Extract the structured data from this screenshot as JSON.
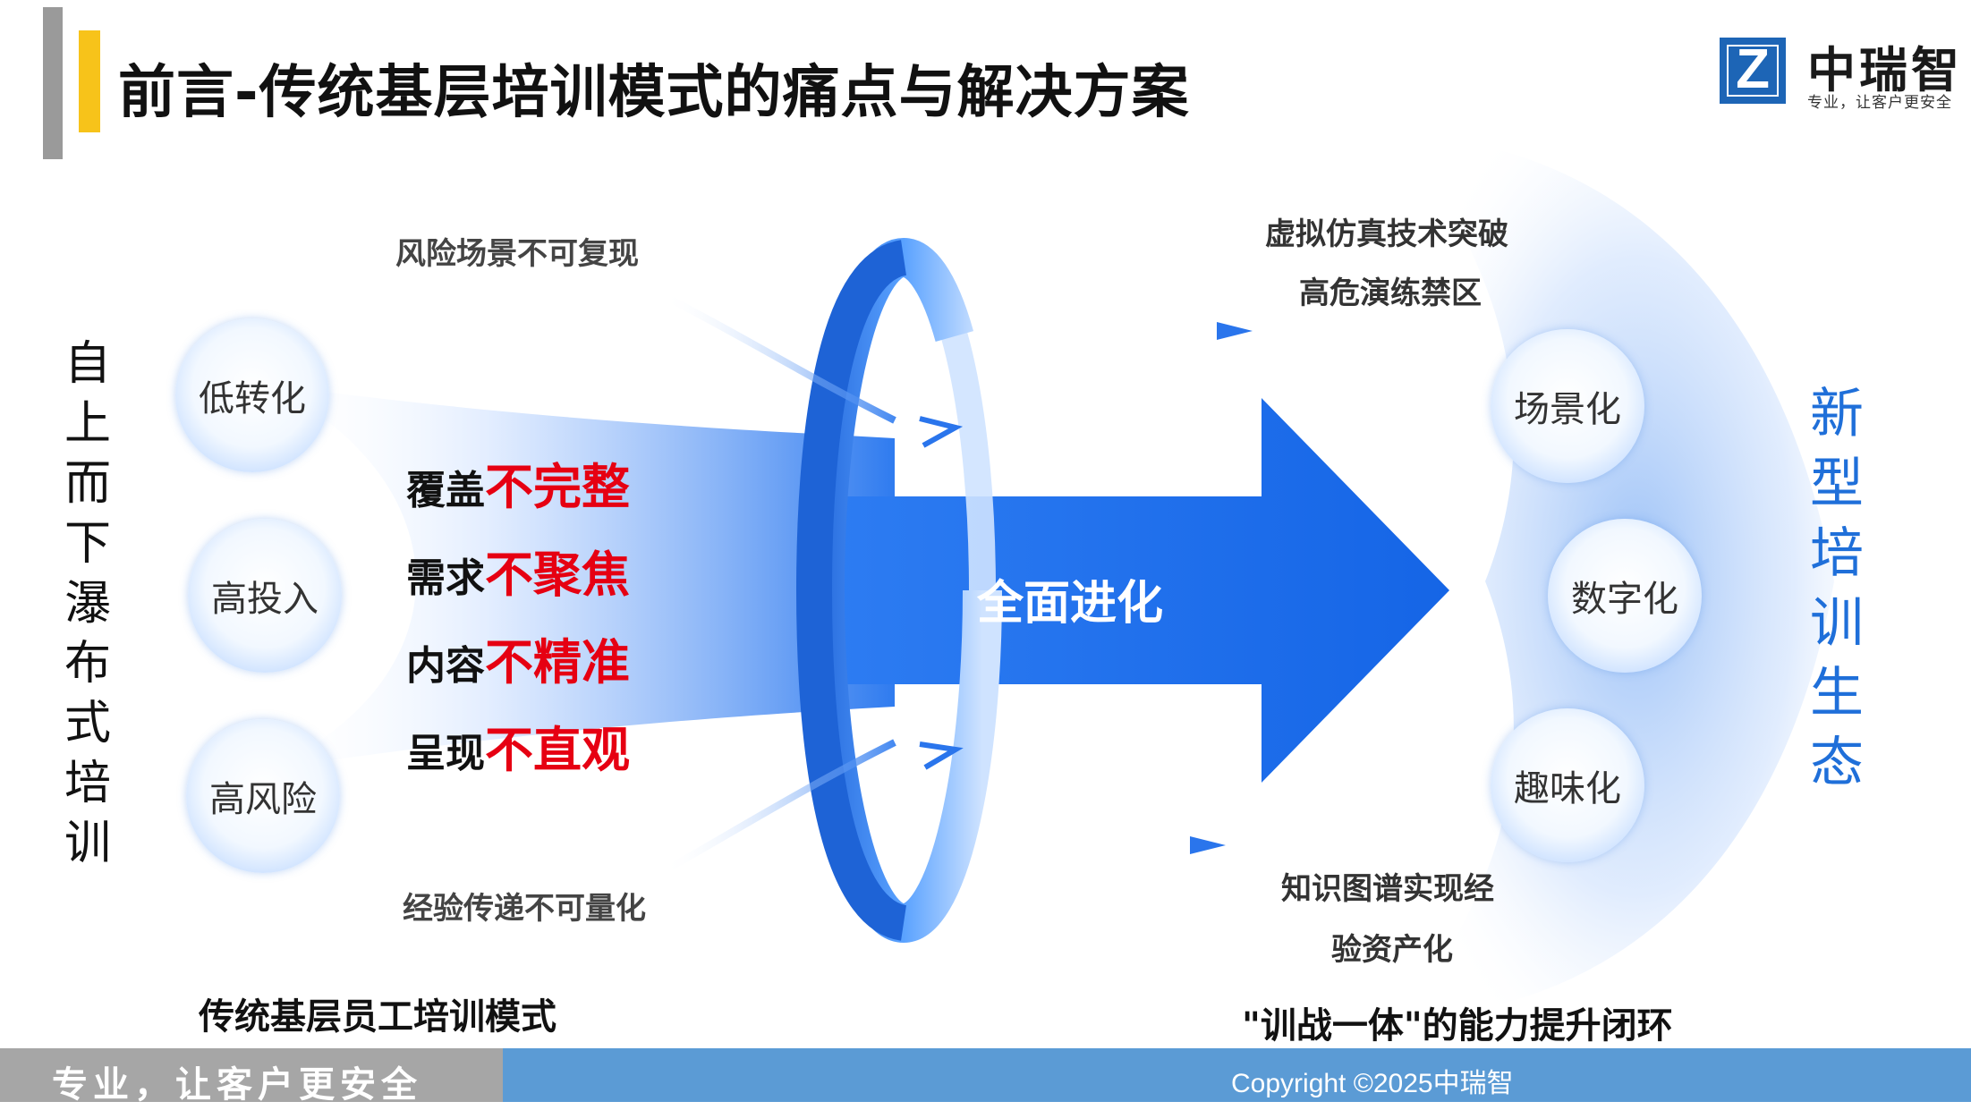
{
  "title": "前言-传统基层培训模式的痛点与解决方案",
  "logo": {
    "letter": "Z",
    "name": "中瑞智",
    "slogan": "专业，让客户更安全"
  },
  "left_vertical": [
    "自",
    "上",
    "而",
    "下",
    "瀑",
    "布",
    "式",
    "培",
    "训"
  ],
  "right_vertical": [
    "新",
    "型",
    "培",
    "训",
    "生",
    "态"
  ],
  "left_bubbles": [
    "低转化",
    "高投入",
    "高风险"
  ],
  "pain_points": [
    {
      "prefix": "覆盖",
      "highlight": "不完整"
    },
    {
      "prefix": "需求",
      "highlight": "不聚焦"
    },
    {
      "prefix": "内容",
      "highlight": "不精准"
    },
    {
      "prefix": "呈现",
      "highlight": "不直观"
    }
  ],
  "left_notes": {
    "top": "风险场景不可复现",
    "bottom": "经验传递不可量化"
  },
  "center_label": "全面进化",
  "right_notes": {
    "top_line1": "虚拟仿真技术突破",
    "top_line2": "高危演练禁区",
    "bottom_line1": "知识图谱实现经",
    "bottom_line2": "验资产化"
  },
  "right_bubbles": [
    "场景化",
    "数字化",
    "趣味化"
  ],
  "bottom_captions": {
    "left": "传统基层员工培训模式",
    "right": "\"训战一体\"的能力提升闭环"
  },
  "footer": {
    "slogan": "专业，让客户更安全",
    "copyright": "Copyright ©2025中瑞智"
  },
  "colors": {
    "brand_blue": "#1d65b6",
    "arrow_blue": "#1f6fe8",
    "accent_yellow": "#f7c31a",
    "highlight_red": "#e60012",
    "vertical_blue": "#1f6fd9",
    "footer_grey": "#a6a6a6",
    "footer_blue": "#5b9bd5"
  }
}
